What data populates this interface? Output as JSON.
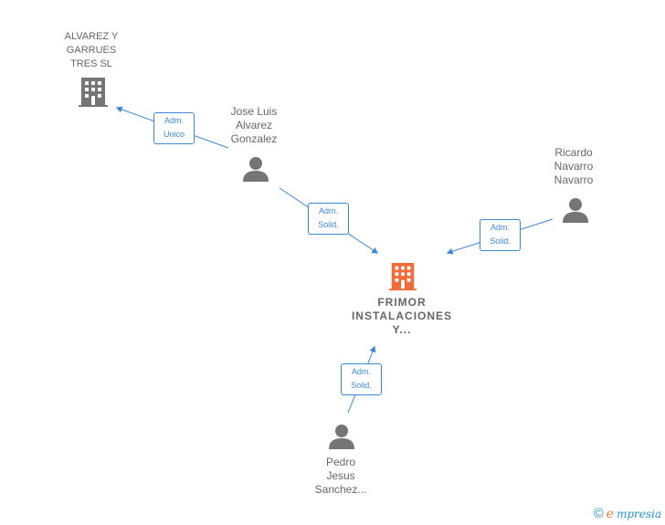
{
  "nodes": {
    "alvarez_garrues": {
      "label": "ALVAREZ Y\nGARRUES\nTRES SL",
      "type": "company"
    },
    "jose_luis": {
      "label": "Jose Luis\nAlvarez\nGonzalez",
      "type": "person"
    },
    "ricardo": {
      "label": "Ricardo\nNavarro\nNavarro",
      "type": "person"
    },
    "frimor": {
      "label": "FRIMOR\nINSTALACIONES\nY...",
      "type": "company",
      "highlight": true
    },
    "pedro": {
      "label": "Pedro\nJesus\nSanchez...",
      "type": "person"
    }
  },
  "edges": [
    {
      "from": "jose_luis",
      "to": "alvarez_garrues",
      "line1": "Adm.",
      "line2": "Unico"
    },
    {
      "from": "jose_luis",
      "to": "frimor",
      "line1": "Adm.",
      "line2": "Solid."
    },
    {
      "from": "ricardo",
      "to": "frimor",
      "line1": "Adm.",
      "line2": "Solid."
    },
    {
      "from": "pedro",
      "to": "frimor",
      "line1": "Adm.",
      "line2": "Solid."
    }
  ],
  "brand": {
    "copyright": "©",
    "initial": "e",
    "rest": "mpresia"
  },
  "colors": {
    "edge": "#3d87d6",
    "node_gray": "#757575",
    "highlight": "#f26b3a"
  },
  "icons": {
    "company": "building-icon",
    "person": "person-icon"
  }
}
